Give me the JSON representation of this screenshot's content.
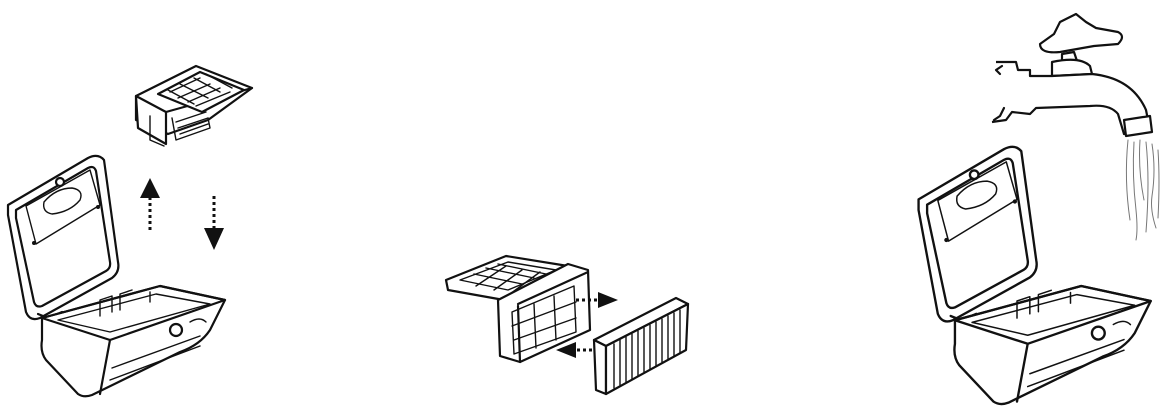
{
  "figure": {
    "panels": [
      {
        "id": "step-1",
        "depicts": "filter-removal-from-dust-box"
      },
      {
        "id": "step-2",
        "depicts": "filter-separation"
      },
      {
        "id": "step-3",
        "depicts": "rinse-dust-box-under-tap"
      }
    ],
    "icons": [
      "dust-box-icon",
      "filter-frame-icon",
      "hepa-filter-icon",
      "faucet-icon",
      "arrow-icon",
      "water-stream-icon"
    ],
    "colors": {
      "line": "#111111",
      "background": "#ffffff",
      "water": "#777777"
    }
  }
}
